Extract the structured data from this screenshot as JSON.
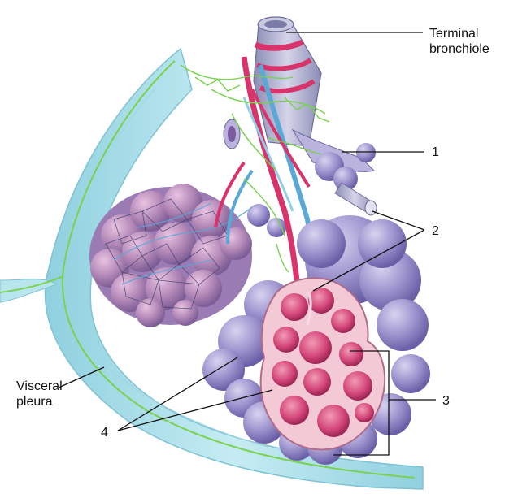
{
  "labels": {
    "terminal_bronchiole_line1": "Terminal",
    "terminal_bronchiole_line2": "bronchiole",
    "one": "1",
    "two": "2",
    "three": "3",
    "four": "4",
    "visceral_pleura_line1": "Visceral",
    "visceral_pleura_line2": "pleura"
  },
  "colors": {
    "pleura": "#a9dbe6",
    "pleura_edge": "#7fc3d3",
    "nerve_green": "#79d14e",
    "artery_pink": "#d9336b",
    "vein_blue": "#5aa8d6",
    "alveoli_lilac": "#9a90cc",
    "alveolus_interior": "#c9406e",
    "bronchiole_gray": "#a9a9c9"
  }
}
